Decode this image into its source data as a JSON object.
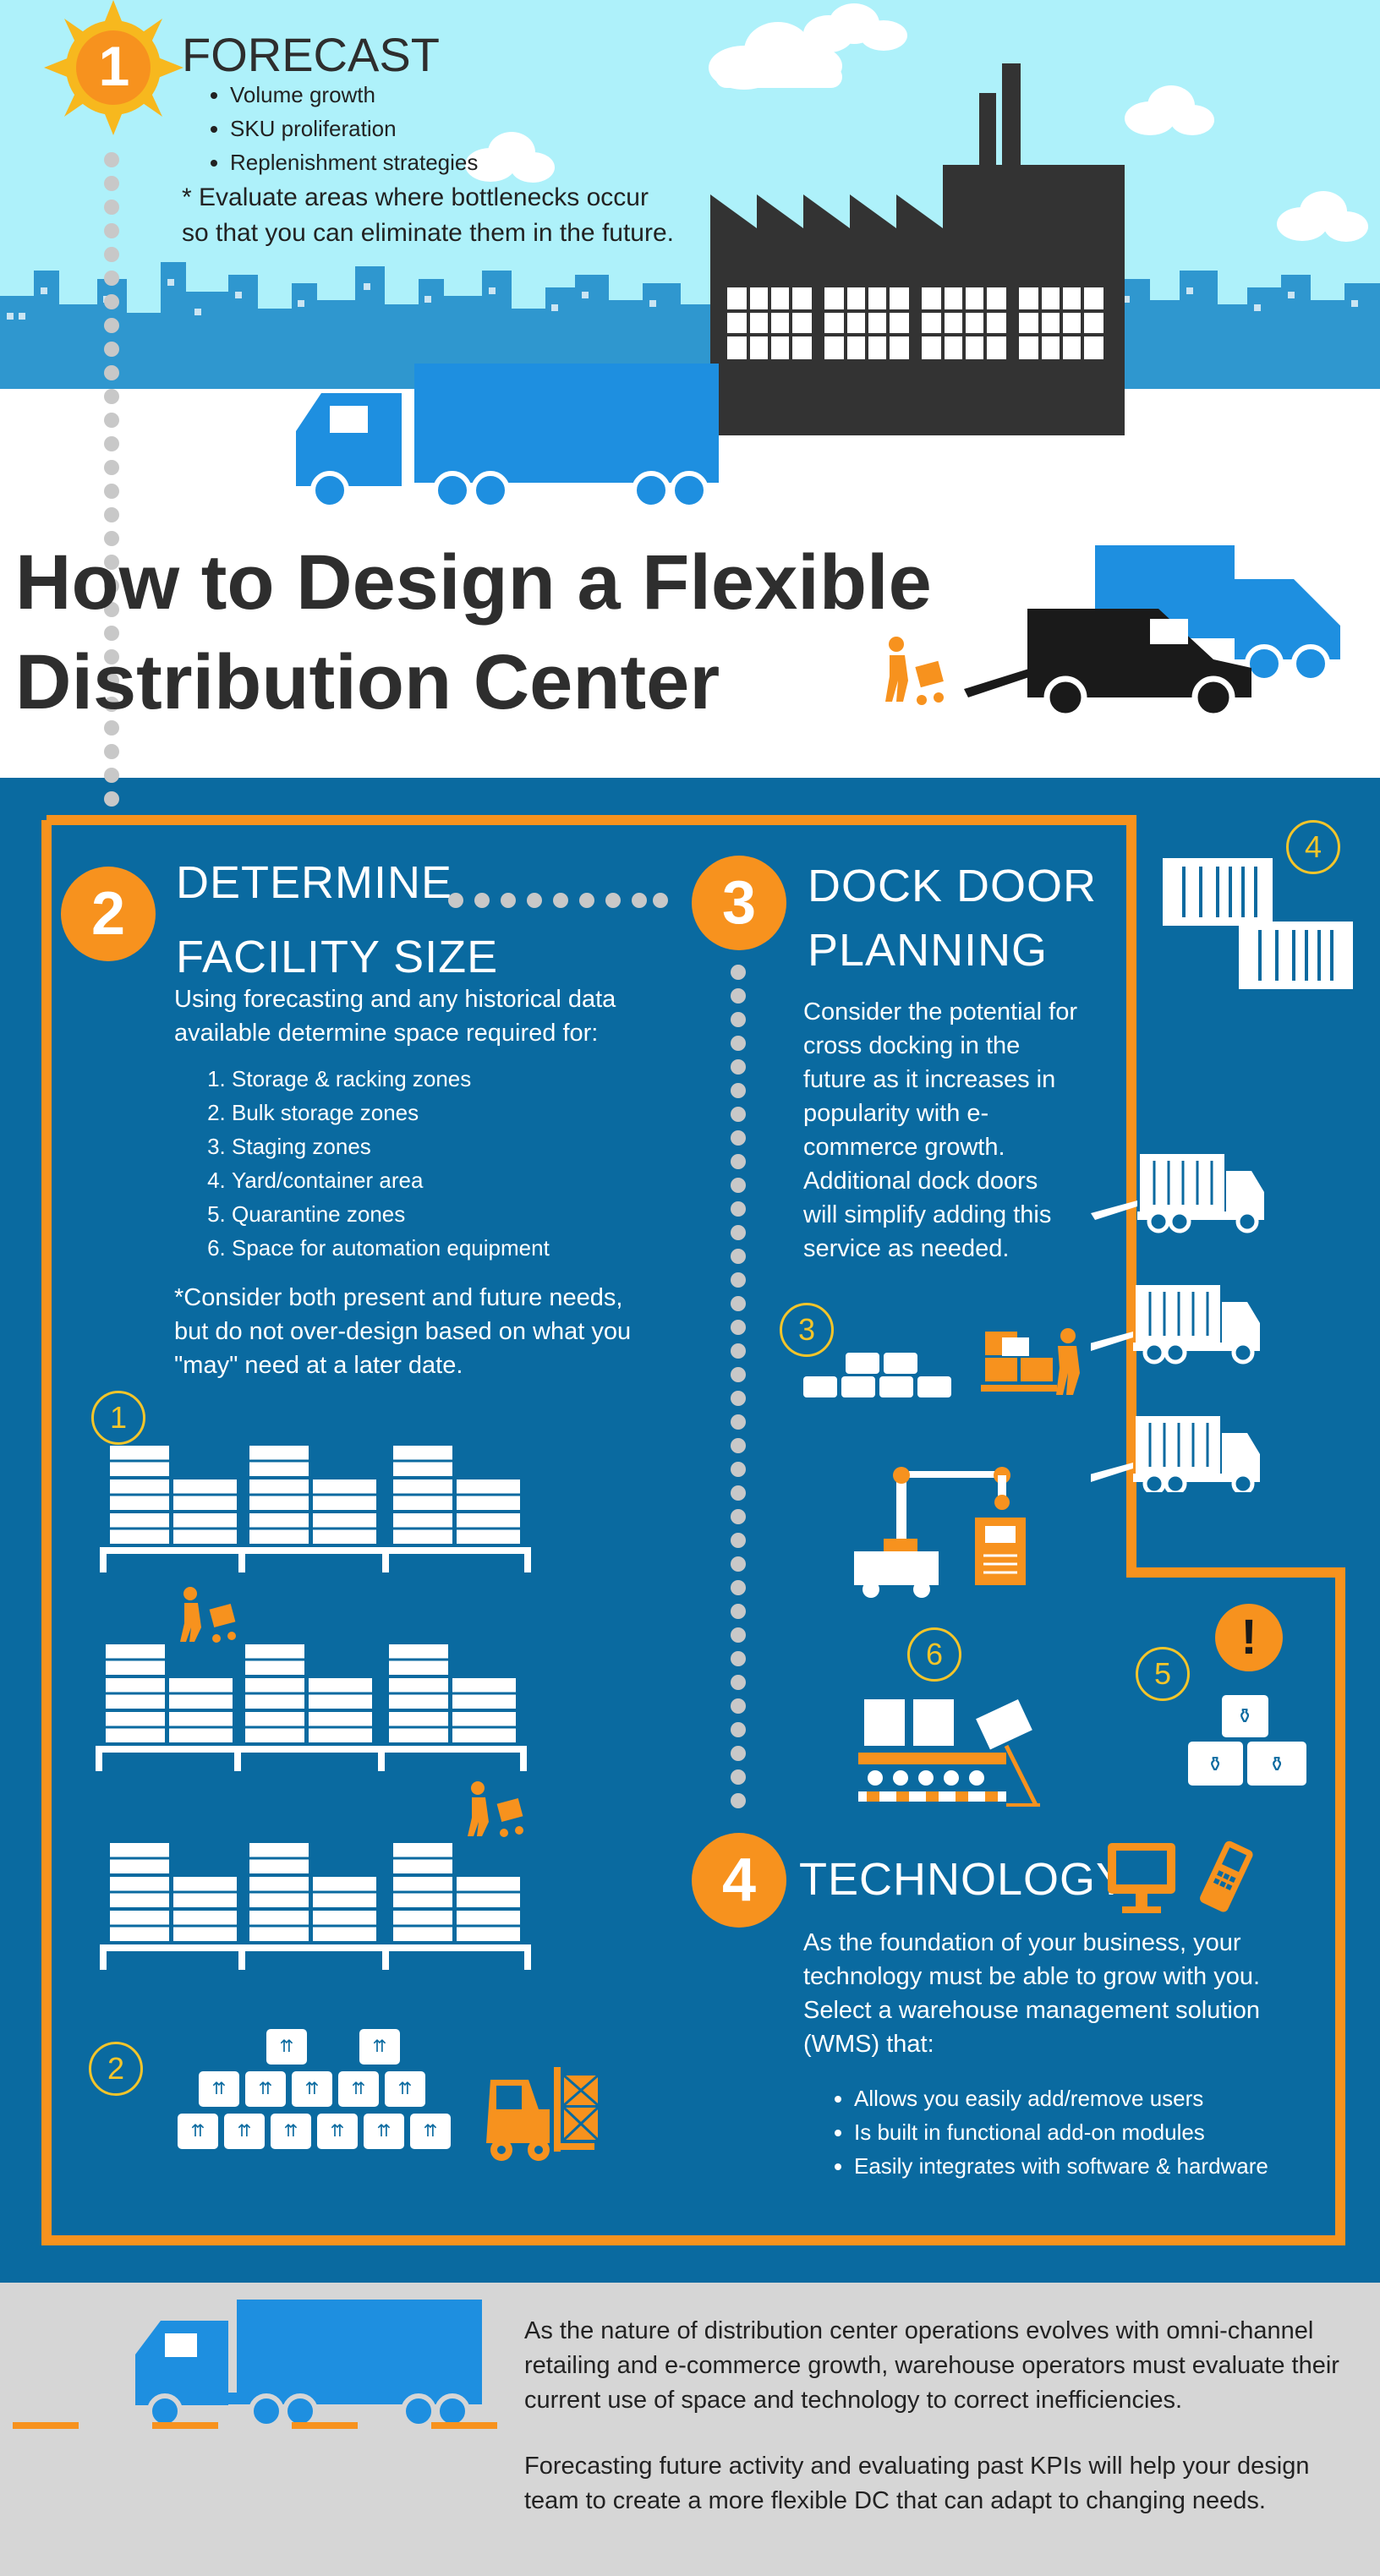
{
  "colors": {
    "sky": "#aef1fa",
    "panel": "#0a6aa0",
    "orange": "#f7921e",
    "accent_blue": "#1e8fe0",
    "dark": "#2e2e2e"
  },
  "step1": {
    "number": "1",
    "title": "FORECAST",
    "bullets": [
      "Volume growth",
      "SKU proliferation",
      "Replenishment strategies"
    ],
    "note_line1": "* Evaluate areas where bottlenecks occur",
    "note_line2": "so that you can eliminate them in the future."
  },
  "main_title": {
    "line1": "How to Design a Flexible",
    "line2": "Distribution Center"
  },
  "step2": {
    "number": "2",
    "title_line1": "DETERMINE",
    "title_line2": "FACILITY SIZE",
    "intro_line1": "Using forecasting and any historical data",
    "intro_line2": "available determine space required for:",
    "items": [
      "Storage & racking zones",
      "Bulk storage zones",
      "Staging zones",
      "Yard/container area",
      "Quarantine zones",
      "Space for automation equipment"
    ],
    "note_line1": "*Consider both present and future needs,",
    "note_line2": "but do not over-design based on what you",
    "note_line3": "\"may\" need at a later date."
  },
  "step3": {
    "number": "3",
    "title_line1": "DOCK DOOR",
    "title_line2": "PLANNING",
    "body": [
      "Consider the potential for",
      "cross docking in the",
      "future as it increases in",
      "popularity with e-",
      "commerce growth.",
      "Additional dock doors",
      "will simplify adding this",
      "service as needed."
    ]
  },
  "step4": {
    "number": "4",
    "title": "TECHNOLOGY",
    "body": [
      "As the foundation of your business, your",
      "technology must be able to grow with you.",
      "Select a warehouse management solution",
      "(WMS)  that:"
    ],
    "bullets": [
      "Allows you easily add/remove users",
      "Is built in functional add-on modules",
      "Easily integrates with software & hardware"
    ]
  },
  "zone_markers": {
    "m1": "1",
    "m2": "2",
    "m3": "3",
    "m4": "4",
    "m5": "5",
    "m6": "6"
  },
  "footer": {
    "para1": [
      "As the nature of distribution center operations evolves with omni-channel",
      "retailing and e-commerce growth, warehouse operators must evaluate their",
      "current use of space and technology to correct inefficiencies."
    ],
    "para2": [
      "Forecasting future activity and evaluating past KPIs will help your design",
      "team to create a more flexible DC that can adapt to changing needs."
    ]
  }
}
